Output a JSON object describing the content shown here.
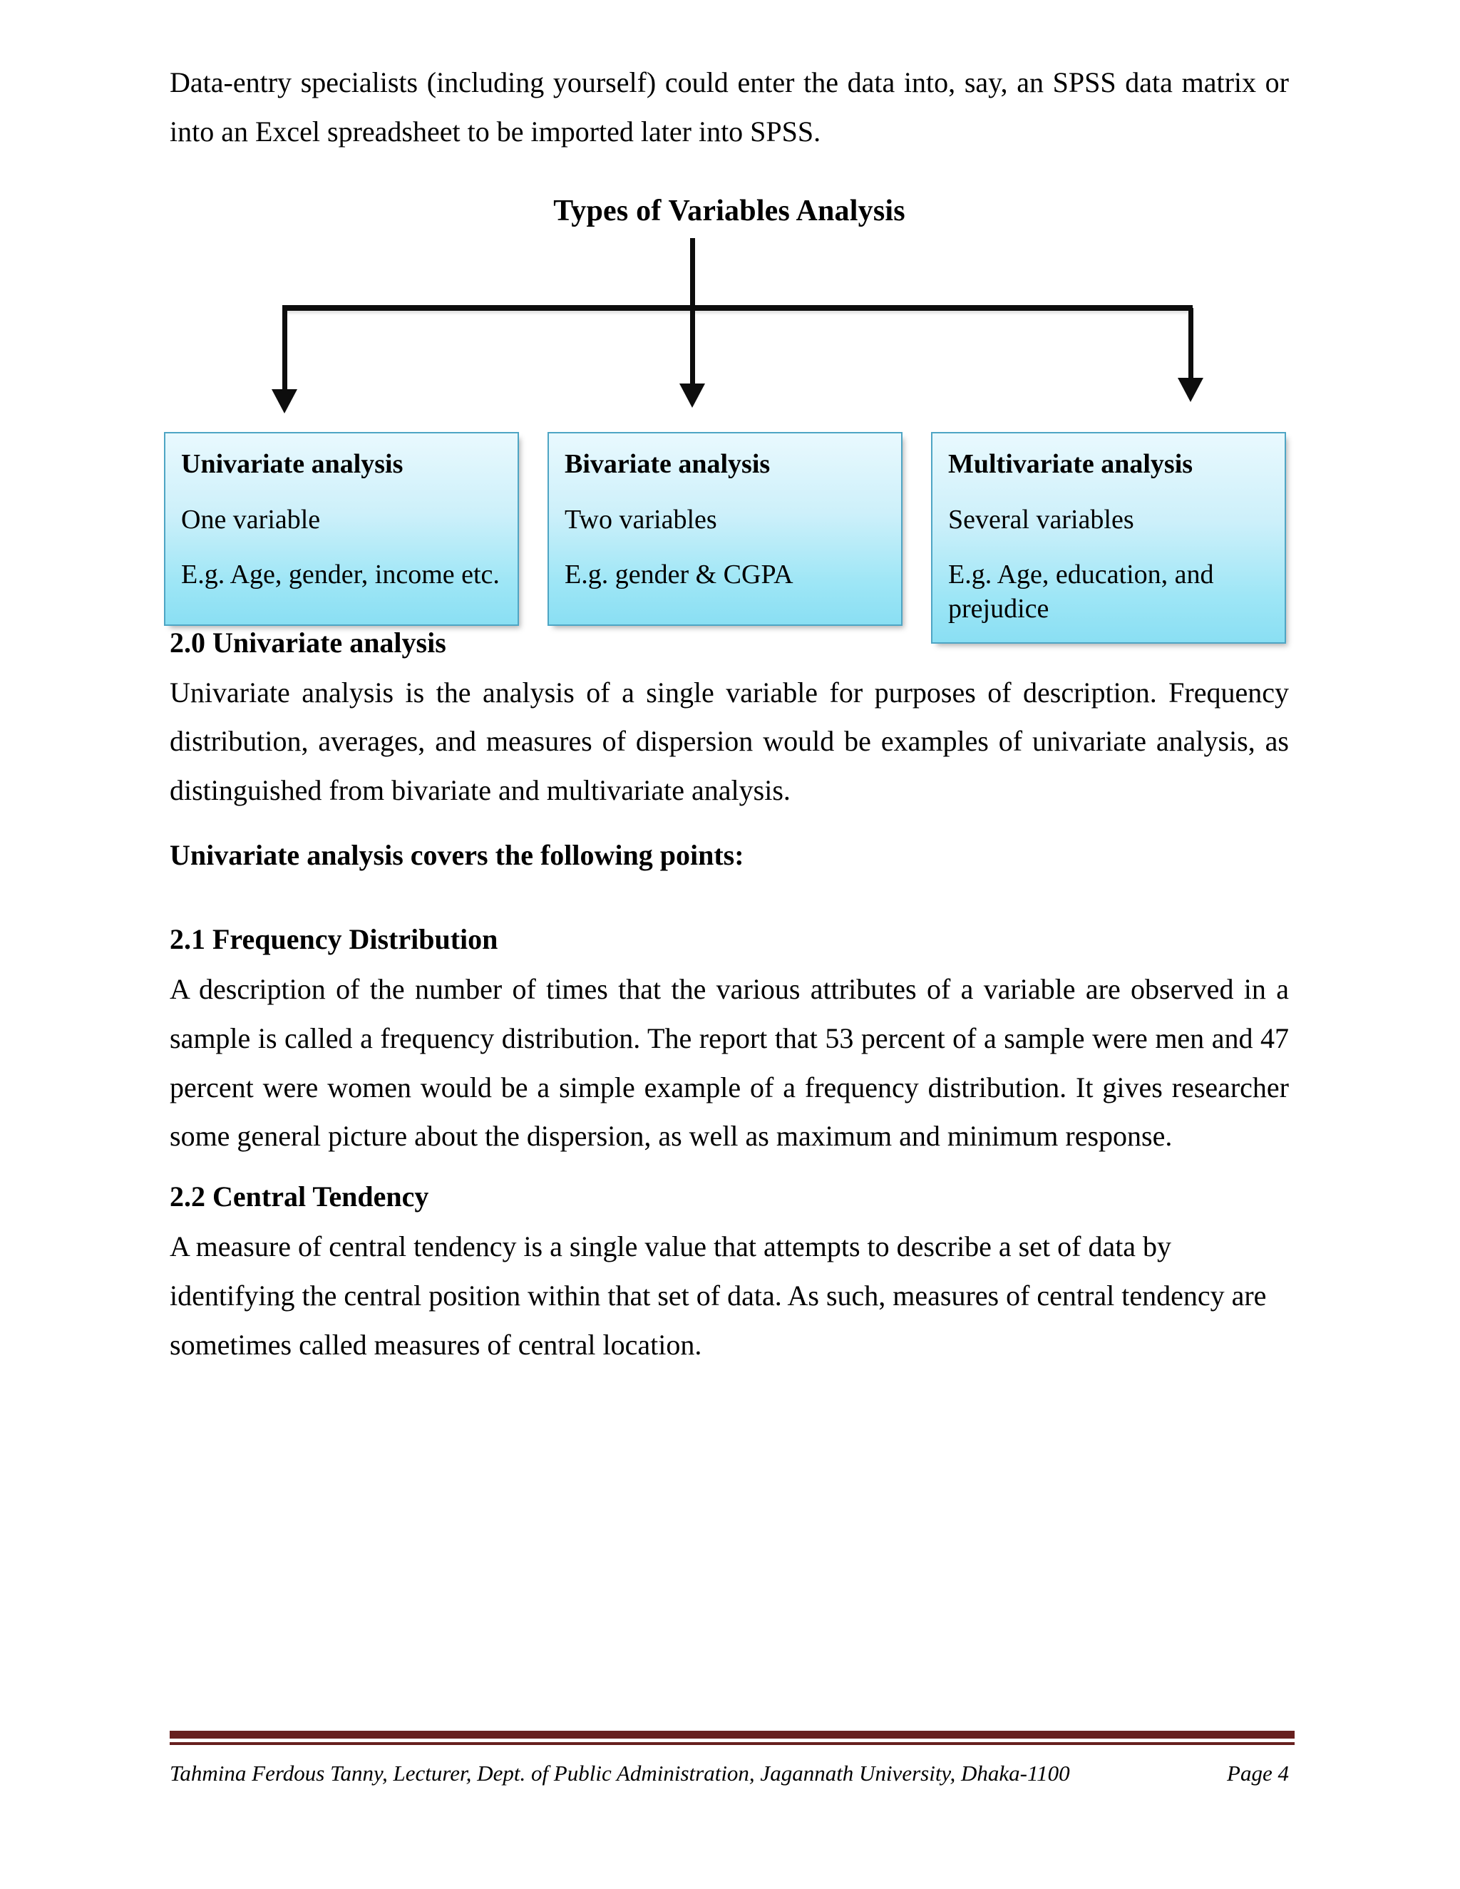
{
  "document": {
    "intro_paragraph": "Data-entry specialists (including yourself) could enter the data into, say, an SPSS data matrix or into an Excel spreadsheet to be imported later into SPSS.",
    "diagram": {
      "title": "Types of Variables Analysis",
      "boxes": [
        {
          "title": "Univariate analysis",
          "variables": "One variable",
          "example": "E.g. Age, gender, income etc."
        },
        {
          "title": "Bivariate analysis",
          "variables": "Two variables",
          "example": "E.g. gender & CGPA"
        },
        {
          "title": "Multivariate analysis",
          "variables": "Several variables",
          "example": "E.g. Age, education, and prejudice"
        }
      ]
    },
    "sections": [
      {
        "heading": "2.0 Univariate analysis",
        "body": "Univariate analysis is the analysis of a single variable for purposes of description. Frequency distribution, averages, and measures of dispersion would be examples of univariate analysis, as distinguished from bivariate and multivariate analysis."
      },
      {
        "heading": "Univariate analysis covers the following points:",
        "body": ""
      },
      {
        "heading": "2.1 Frequency Distribution",
        "body": "A description of the number of times that the various attributes of a variable are observed in a sample is called a frequency distribution. The report that 53 percent of a sample were men and 47 percent were women would be a simple example of a frequency distribution. It gives researcher some general picture about the dispersion, as well as maximum and minimum response."
      },
      {
        "heading": "2.2 Central Tendency",
        "body": "A measure of central tendency is a single value that attempts to describe a set of data by identifying the central position within that set of data. As such, measures of central tendency are sometimes called measures of central location."
      }
    ],
    "footer": {
      "credit": "Tahmina Ferdous Tanny, Lecturer, Dept. of Public Administration, Jagannath University, Dhaka-1100",
      "page_label": "Page 4"
    },
    "colors": {
      "box_border": "#4ea5c4",
      "box_fill_top": "#e9f9fe",
      "box_fill_bottom": "#8adff3",
      "footer_rule": "#67201f",
      "connector": "#0d0d0d"
    }
  }
}
